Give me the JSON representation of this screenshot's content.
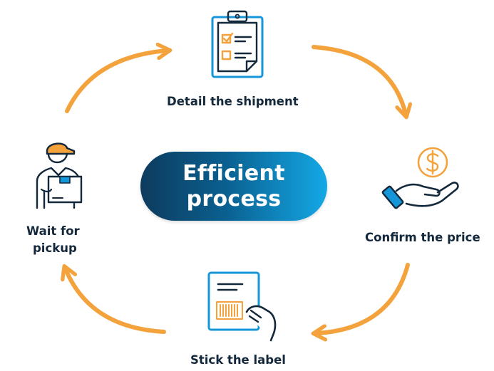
{
  "center": {
    "line1": "Efficient",
    "line2": "process"
  },
  "steps": [
    {
      "label": "Detail the shipment",
      "icon": "clipboard-checklist-icon"
    },
    {
      "label": "Confirm the price",
      "icon": "hand-dollar-coin-icon"
    },
    {
      "label": "Stick the label",
      "icon": "barcode-label-hand-icon"
    },
    {
      "label_line1": "Wait for",
      "label_line2": "pickup",
      "icon": "delivery-person-box-icon"
    }
  ],
  "colors": {
    "arrow": "#f4a23c",
    "icon_blue": "#1596d8",
    "icon_dark": "#14283c",
    "icon_orange": "#f4a23c",
    "pill_dark": "#0d3b5e",
    "pill_light": "#14a8e6"
  }
}
